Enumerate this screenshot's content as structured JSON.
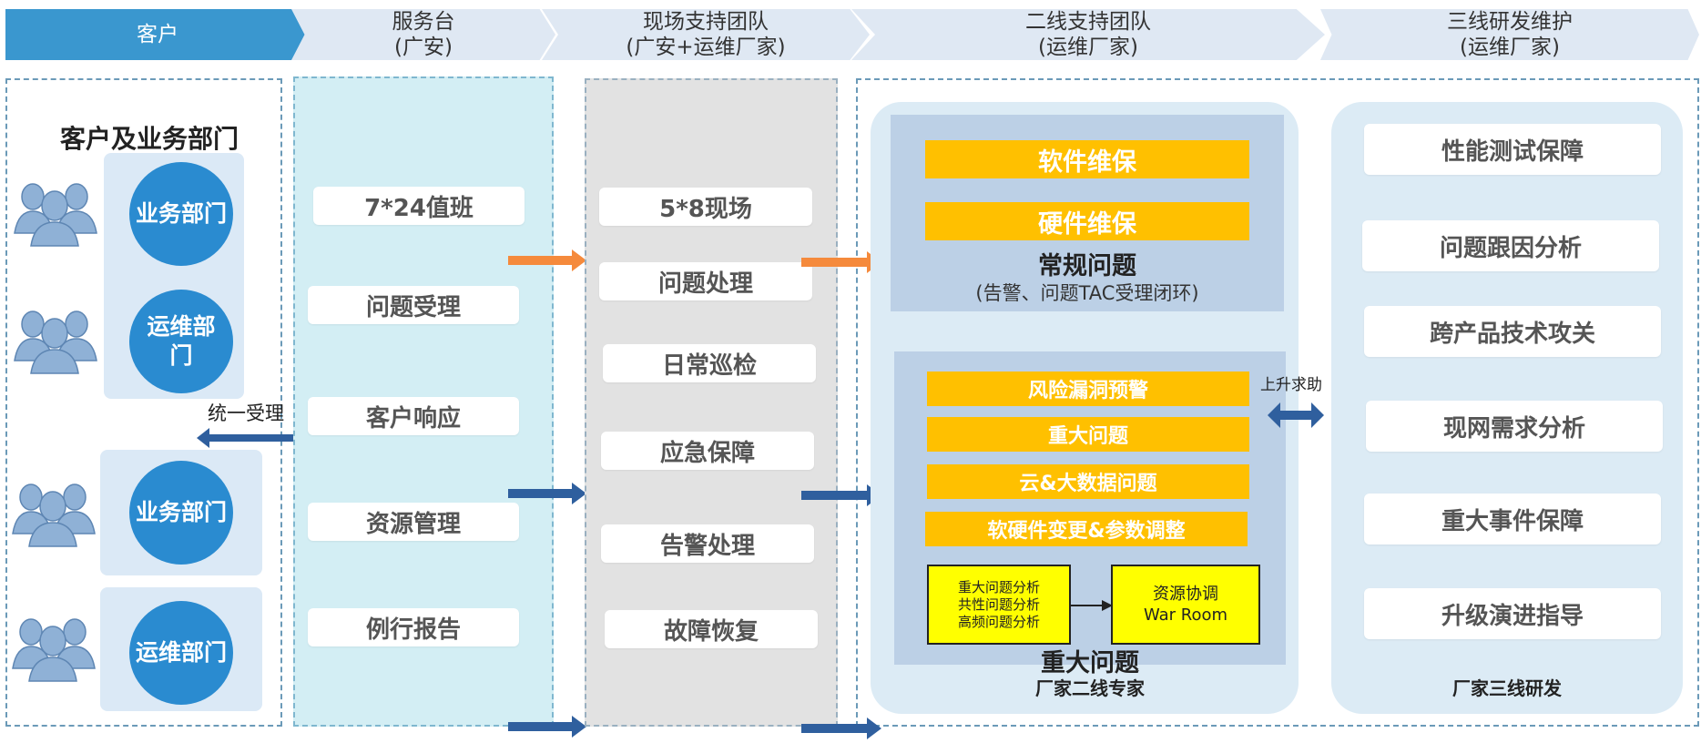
{
  "stages": [
    "客户",
    "服务台\n(广安)",
    "现场支持团队\n(广安+运维厂家)",
    "二线支持团队\n(运维厂家)",
    "三线研发维护\n(运维厂家)"
  ],
  "customer": {
    "title": "客户及业务部门",
    "dept1": "业务部门",
    "dept2": "运维部\n门",
    "dept3": "业务部门",
    "dept4": "运维部门",
    "unified": "统一受理"
  },
  "service_desk": [
    "7*24值班",
    "问题受理",
    "客户响应",
    "资源管理",
    "例行报告"
  ],
  "field_support": [
    "5*8现场",
    "问题处理",
    "日常巡检",
    "应急保障",
    "告警处理",
    "故障恢复"
  ],
  "second_line": {
    "routine_bars": [
      "软件维保",
      "硬件维保"
    ],
    "routine_title": "常规问题",
    "routine_sub": "(告警、问题TAC受理闭环)",
    "major_bars": [
      "风险漏洞预警",
      "重大问题",
      "云&大数据问题",
      "软硬件变更&参数调整"
    ],
    "analysis": "重大问题分析\n共性问题分析\n高频问题分析",
    "warroom": "资源协调\nWar Room",
    "major_title": "重大问题",
    "expert": "厂家二线专家",
    "escalate": "上升求助"
  },
  "third_line": {
    "items": [
      "性能测试保障",
      "问题跟因分析",
      "跨产品技术攻关",
      "现网需求分析",
      "重大事件保障",
      "升级演进指导"
    ],
    "label": "厂家三线研发"
  },
  "colors": {
    "blue_dark": "#2f5f9e",
    "orange": "#f58a3c",
    "yellow": "#ffc000",
    "bright_yellow": "#ffff00",
    "stage_blue": "#3a97cf"
  }
}
